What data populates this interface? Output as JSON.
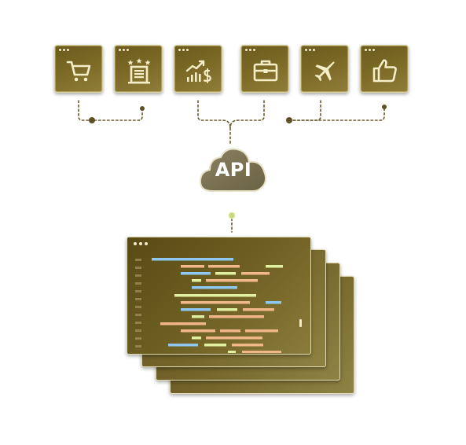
{
  "categories": [
    {
      "id": "shopping",
      "icon": "shopping-cart-icon"
    },
    {
      "id": "hotel",
      "icon": "hotel-building-icon"
    },
    {
      "id": "finance",
      "icon": "finance-chart-icon"
    },
    {
      "id": "business",
      "icon": "briefcase-icon"
    },
    {
      "id": "travel",
      "icon": "airplane-icon"
    },
    {
      "id": "social",
      "icon": "thumbs-up-icon"
    }
  ],
  "hub": {
    "label": "API"
  },
  "code_windows": {
    "stack_count": 4
  },
  "colors": {
    "tile_bg": "#7c6a26",
    "connector": "#6a5a2a",
    "cloud": "#7a7050",
    "code_blue": "#8ec8f0",
    "code_orange": "#f0b888",
    "code_green": "#e0f0a0",
    "code_lineno": "#b0a878"
  }
}
